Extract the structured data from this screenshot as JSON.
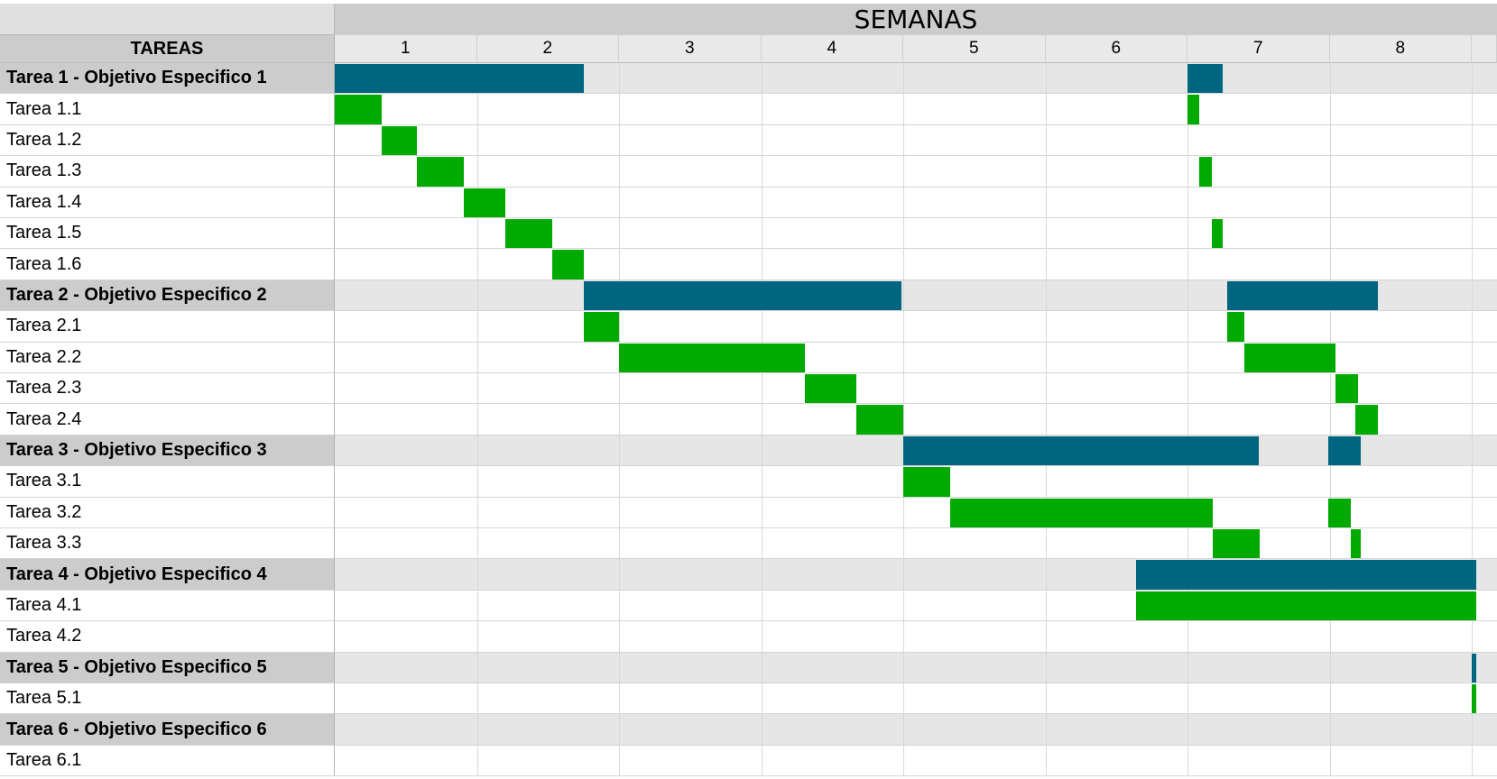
{
  "chart_data": {
    "type": "gantt",
    "title": "SEMANAS",
    "task_column_header": "TAREAS",
    "weeks": [
      "1",
      "2",
      "3",
      "4",
      "5",
      "6",
      "7",
      "8"
    ],
    "week_range": [
      0,
      8.03
    ],
    "colors": {
      "group_bar": "#006680",
      "task_bar": "#00aa00",
      "group_row": "#e6e6e6",
      "label_group": "#cccccc"
    },
    "rows": [
      {
        "label": "Tarea 1 - Objetivo Especifico 1",
        "group": true,
        "segments": [
          [
            0,
            1.75
          ],
          [
            6.0,
            6.25
          ]
        ]
      },
      {
        "label": "Tarea 1.1",
        "group": false,
        "segments": [
          [
            0,
            0.33
          ],
          [
            6.0,
            6.08
          ]
        ]
      },
      {
        "label": "Tarea 1.2",
        "group": false,
        "segments": [
          [
            0.33,
            0.58
          ]
        ]
      },
      {
        "label": "Tarea 1.3",
        "group": false,
        "segments": [
          [
            0.58,
            0.91
          ],
          [
            6.08,
            6.17
          ]
        ]
      },
      {
        "label": "Tarea 1.4",
        "group": false,
        "segments": [
          [
            0.91,
            1.2
          ]
        ]
      },
      {
        "label": "Tarea 1.5",
        "group": false,
        "segments": [
          [
            1.2,
            1.53
          ],
          [
            6.17,
            6.25
          ]
        ]
      },
      {
        "label": "Tarea 1.6",
        "group": false,
        "segments": [
          [
            1.53,
            1.75
          ]
        ]
      },
      {
        "label": "Tarea 2 - Objetivo Especifico 2",
        "group": true,
        "segments": [
          [
            1.75,
            3.99
          ],
          [
            6.28,
            7.34
          ]
        ]
      },
      {
        "label": "Tarea 2.1",
        "group": false,
        "segments": [
          [
            1.75,
            2.0
          ],
          [
            6.28,
            6.4
          ]
        ]
      },
      {
        "label": "Tarea 2.2",
        "group": false,
        "segments": [
          [
            2.0,
            3.31
          ],
          [
            6.4,
            7.04
          ]
        ]
      },
      {
        "label": "Tarea 2.3",
        "group": false,
        "segments": [
          [
            3.31,
            3.67
          ],
          [
            7.04,
            7.2
          ]
        ]
      },
      {
        "label": "Tarea 2.4",
        "group": false,
        "segments": [
          [
            3.67,
            4.0
          ],
          [
            7.18,
            7.34
          ]
        ]
      },
      {
        "label": "Tarea 3 - Objetivo Especifico 3",
        "group": true,
        "segments": [
          [
            4.0,
            6.5
          ],
          [
            6.99,
            7.22
          ]
        ]
      },
      {
        "label": "Tarea 3.1",
        "group": false,
        "segments": [
          [
            4.0,
            4.33
          ]
        ]
      },
      {
        "label": "Tarea 3.2",
        "group": false,
        "segments": [
          [
            4.33,
            6.18
          ],
          [
            6.99,
            7.15
          ]
        ]
      },
      {
        "label": "Tarea 3.3",
        "group": false,
        "segments": [
          [
            6.18,
            6.51
          ],
          [
            7.15,
            7.22
          ]
        ]
      },
      {
        "label": "Tarea 4 - Objetivo Especifico 4",
        "group": true,
        "segments": [
          [
            5.64,
            8.03
          ]
        ]
      },
      {
        "label": "Tarea 4.1",
        "group": false,
        "segments": [
          [
            5.64,
            8.03
          ]
        ]
      },
      {
        "label": "Tarea 4.2",
        "group": false,
        "segments": []
      },
      {
        "label": "Tarea 5 - Objetivo Especifico 5",
        "group": true,
        "segments": [
          [
            8.0,
            8.03
          ]
        ]
      },
      {
        "label": "Tarea 5.1",
        "group": false,
        "segments": [
          [
            8.0,
            8.03
          ]
        ]
      },
      {
        "label": "Tarea 6 - Objetivo Especifico 6",
        "group": true,
        "segments": []
      },
      {
        "label": "Tarea 6.1",
        "group": false,
        "segments": []
      }
    ]
  }
}
